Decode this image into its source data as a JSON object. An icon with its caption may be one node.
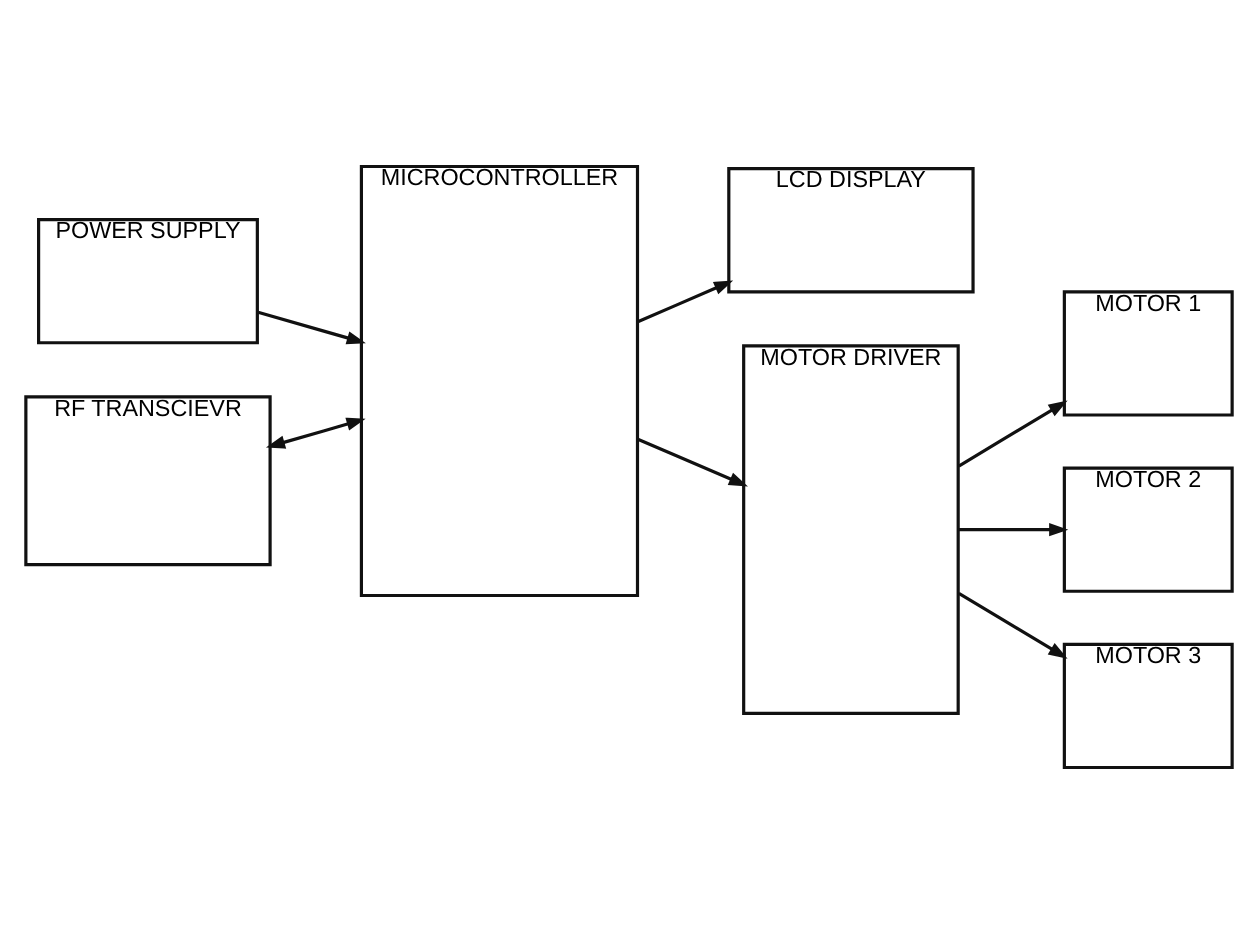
{
  "diagram": {
    "nodes": [
      {
        "text": [
          "LCD DISPLAY"
        ]
      },
      {
        "text": [
          "POWER SUPPLY"
        ]
      },
      {
        "text": [
          "RF TRANSCIEVR"
        ]
      },
      {
        "text": [
          "MICROCONTROLLER"
        ]
      },
      {
        "text": [
          "MOTOR DRIVER"
        ]
      },
      {
        "text": [
          "MOTOR 1"
        ]
      },
      {
        "text": [
          "MOTOR 2"
        ]
      },
      {
        "text": [
          "MOTOR 3"
        ]
      }
    ],
    "edges": [
      {
        "from": 3,
        "to": 0,
        "arrow": "to"
      },
      {
        "from": 1,
        "to": 3,
        "arrow": "to"
      },
      {
        "from": 2,
        "to": 3,
        "arrow": "both"
      },
      {
        "from": 3,
        "to": 4,
        "arrow": "to"
      },
      {
        "from": 4,
        "to": 5,
        "arrow": "to"
      },
      {
        "from": 4,
        "to": 6,
        "arrow": "to"
      },
      {
        "from": 4,
        "to": 7,
        "arrow": "to"
      }
    ]
  }
}
